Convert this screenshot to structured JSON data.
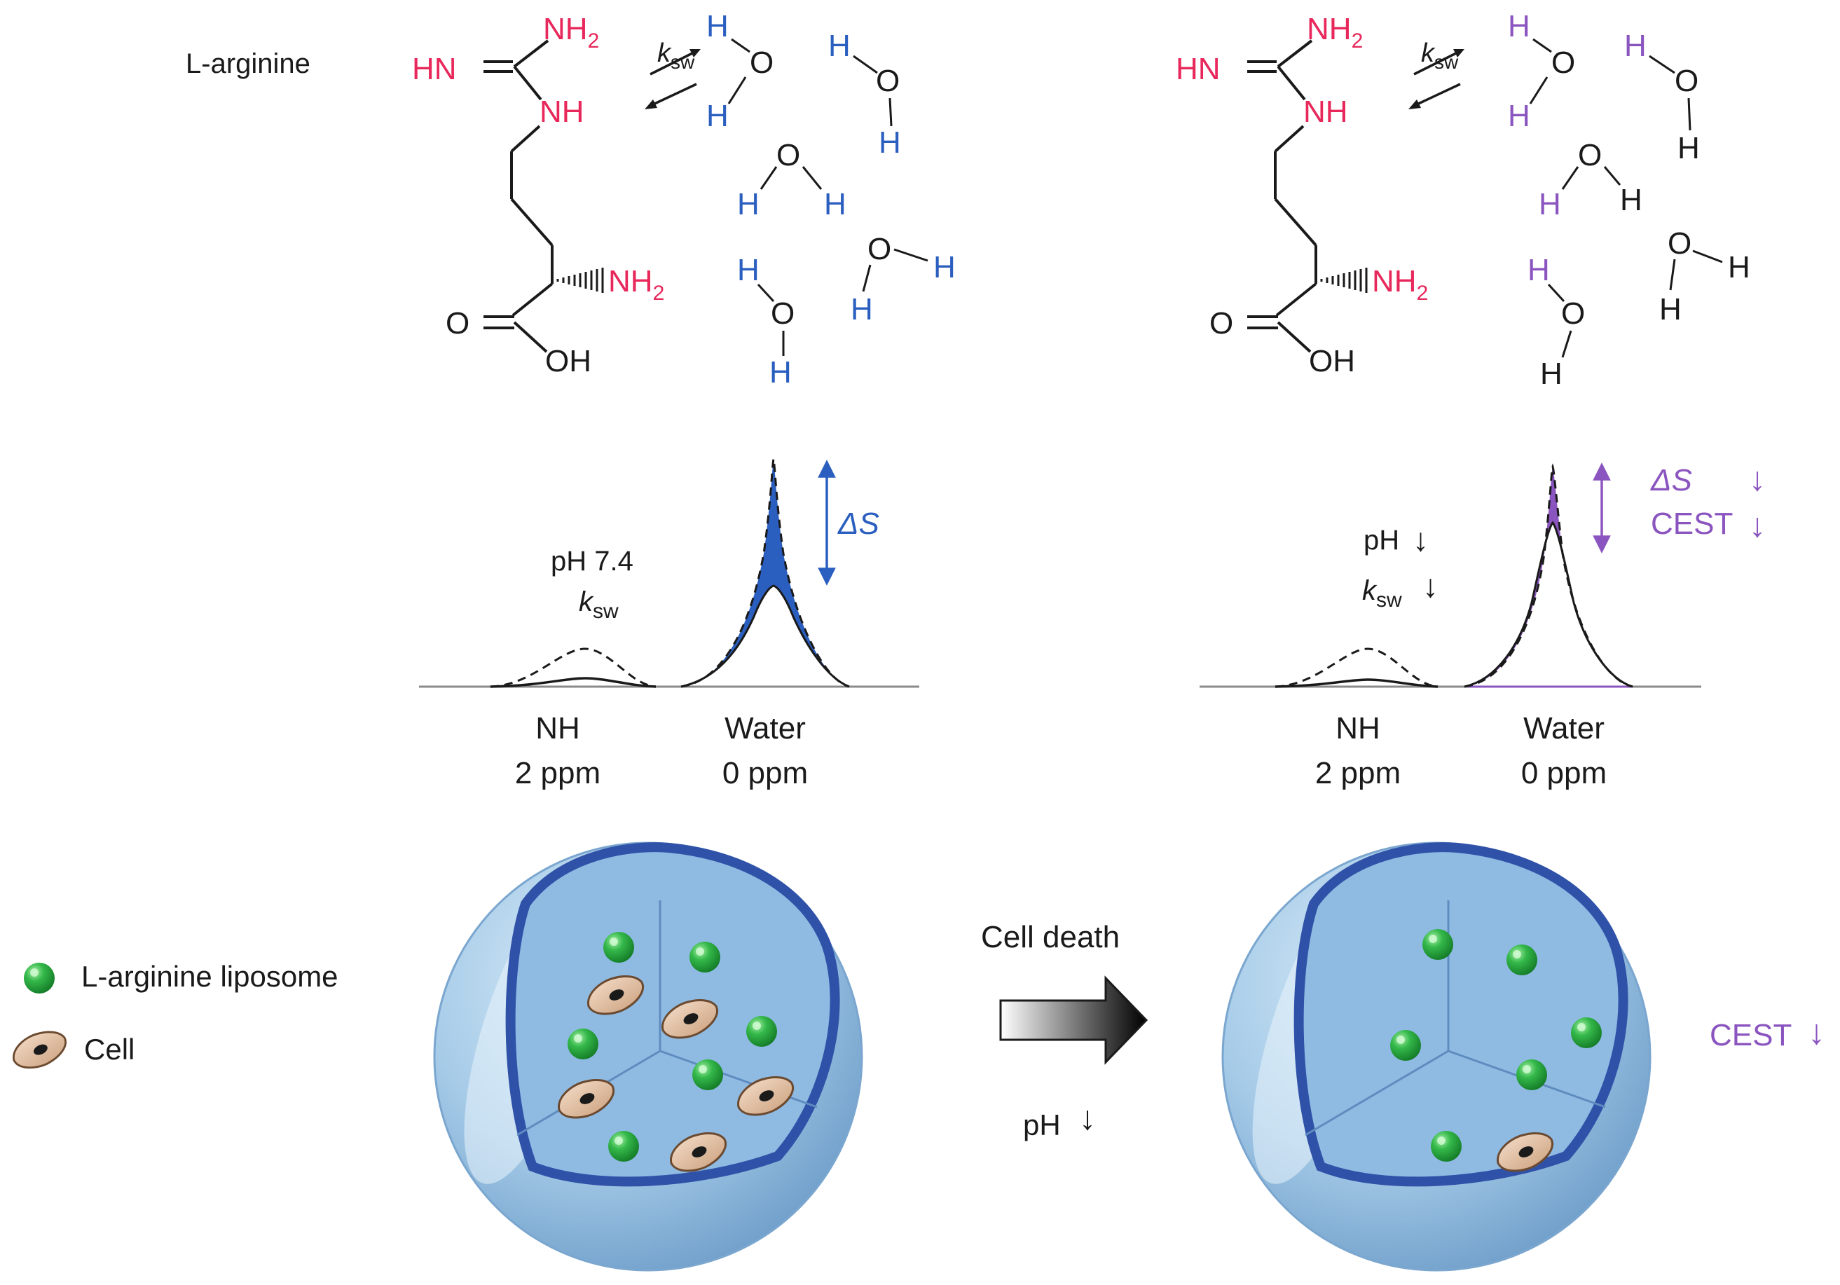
{
  "colors": {
    "pink": "#e8275a",
    "blue": "#2b5fbf",
    "purple": "#8b55c0",
    "black": "#1a1a1a",
    "capsule_light": "#a9cdea",
    "capsule_dark": "#2f52a8",
    "liposome_green": "#22a43a",
    "cell_tan": "#e7c4a3"
  },
  "left_molecule": {
    "caption": "L-arginine",
    "hn": "HN",
    "nh2_top": "NH",
    "nh2_top_sub": "2",
    "nh": "NH",
    "nh2_alpha": "NH",
    "nh2_alpha_sub": "2",
    "o": "O",
    "oh": "OH",
    "k": "k",
    "k_sub": "sw"
  },
  "right_molecule": {
    "hn": "HN",
    "nh2_top": "NH",
    "nh2_top_sub": "2",
    "nh": "NH",
    "nh2_alpha": "NH",
    "nh2_alpha_sub": "2",
    "o": "O",
    "oh": "OH",
    "k": "k",
    "k_sub": "sw"
  },
  "water": {
    "h": "H",
    "o": "O"
  },
  "left_spectrum": {
    "ph_label": "pH 7.4",
    "k": "k",
    "k_sub": "sw",
    "delta_s": "ΔS",
    "nh_label": "NH",
    "nh_ppm": "2 ppm",
    "water_label": "Water",
    "water_ppm": "0 ppm"
  },
  "right_spectrum": {
    "ph": "pH",
    "k": "k",
    "k_sub": "sw",
    "delta_s": "ΔS",
    "cest": "CEST",
    "down": "↓",
    "nh_label": "NH",
    "nh_ppm": "2 ppm",
    "water_label": "Water",
    "water_ppm": "0 ppm"
  },
  "legend": {
    "liposome": "L-arginine liposome",
    "cell": "Cell"
  },
  "transition": {
    "cell_death": "Cell death",
    "ph": "pH",
    "down": "↓"
  },
  "right_capsule": {
    "cest": "CEST",
    "down": "↓"
  }
}
